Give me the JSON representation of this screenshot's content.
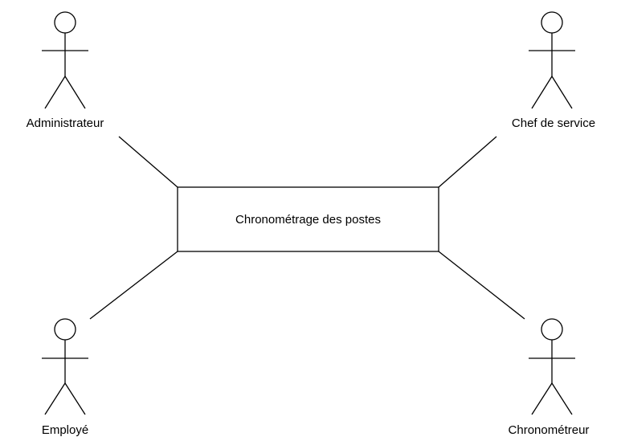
{
  "diagram": {
    "central_component": "Chronométrage des postes",
    "actors": [
      {
        "label": "Administrateur"
      },
      {
        "label": "Chef de service"
      },
      {
        "label": "Employé"
      },
      {
        "label": "Chronométreur"
      }
    ]
  },
  "colors": {
    "line": "#000000",
    "background": "#ffffff"
  }
}
